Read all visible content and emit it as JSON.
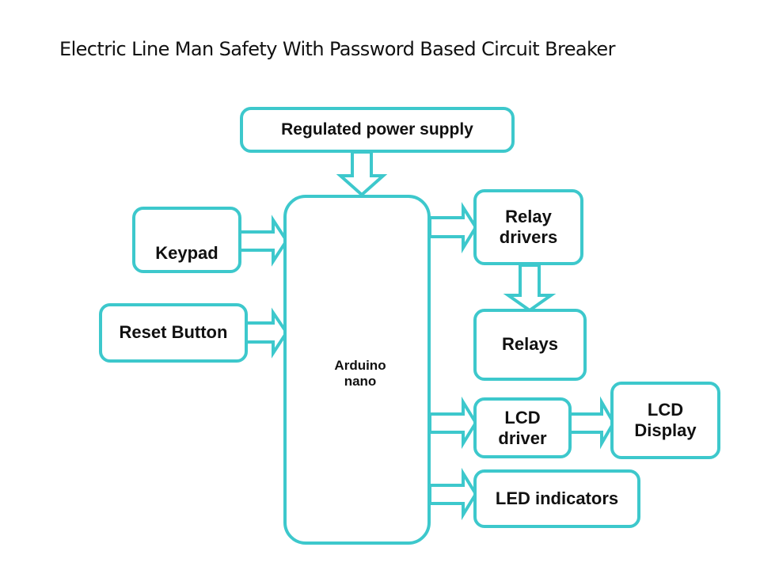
{
  "title": "Electric Line Man Safety With Password Based Circuit Breaker",
  "colors": {
    "accent": "#3dc8cc",
    "text": "#111111",
    "background": "#ffffff"
  },
  "blocks": {
    "power_supply": "Regulated power supply",
    "keypad": "Keypad",
    "reset_button": "Reset Button",
    "arduino": "Arduino\nnano",
    "relay_drivers": "Relay\ndrivers",
    "relays": "Relays",
    "lcd_driver": "LCD\ndriver",
    "lcd_display": "LCD\nDisplay",
    "led_indicators": "LED indicators"
  },
  "connections": [
    {
      "from": "power_supply",
      "to": "arduino"
    },
    {
      "from": "keypad",
      "to": "arduino"
    },
    {
      "from": "reset_button",
      "to": "arduino"
    },
    {
      "from": "arduino",
      "to": "relay_drivers"
    },
    {
      "from": "relay_drivers",
      "to": "relays"
    },
    {
      "from": "arduino",
      "to": "lcd_driver"
    },
    {
      "from": "lcd_driver",
      "to": "lcd_display"
    },
    {
      "from": "arduino",
      "to": "led_indicators"
    }
  ]
}
